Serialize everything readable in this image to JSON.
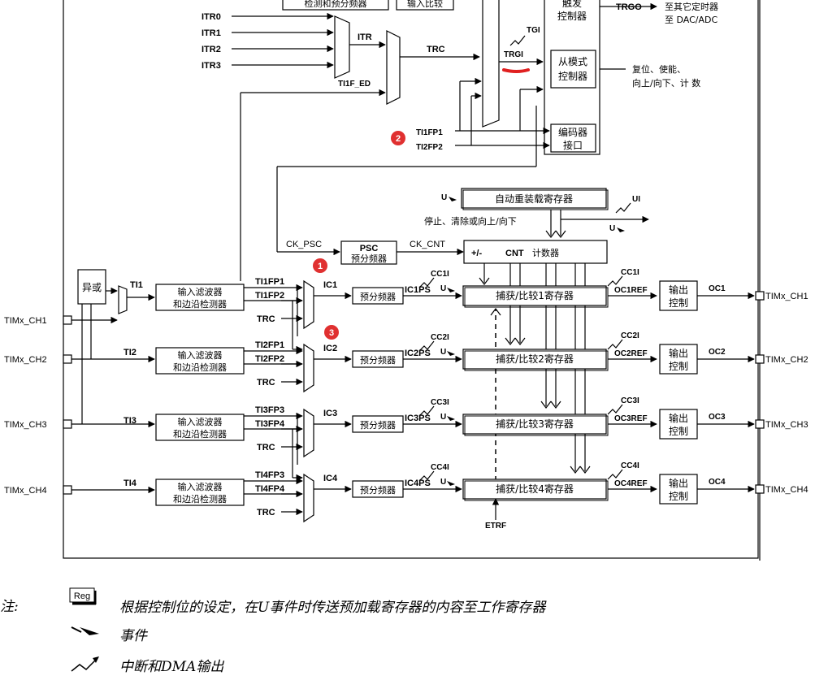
{
  "top": {
    "filter_box": "检测和预分频器",
    "input_box": "输入比较",
    "trigger_ctrl": [
      "触发",
      "控制器"
    ],
    "trgo": "TRGO",
    "trgo_dest": [
      "至其它定时器",
      "至 DAC/ADC"
    ],
    "tgi": "TGI",
    "trgi": "TRGI",
    "slave_ctrl": [
      "从模式",
      "控制器"
    ],
    "slave_desc": [
      "复位、使能、",
      "向上/向下、计 数"
    ],
    "itr": [
      "ITR0",
      "ITR1",
      "ITR2",
      "ITR3"
    ],
    "itr_label": "ITR",
    "trc": "TRC",
    "ti1f_ed": "TI1F_ED",
    "ti1fp1": "TI1FP1",
    "ti2fp2": "TI2FP2",
    "encoder": [
      "编码器",
      "接口"
    ]
  },
  "counter": {
    "u": "U",
    "arr": "自动重装载寄存器",
    "ui": "UI",
    "stop_text": "停止、清除或向上/向下",
    "ck_psc": "CK_PSC",
    "psc_title": "PSC",
    "psc_sub": "预分频器",
    "ck_cnt": "CK_CNT",
    "cnt_pm": "+/-",
    "cnt_title": "CNT",
    "cnt_sub": "计数器"
  },
  "inputs": {
    "xor": "异或",
    "ti1": "TI1",
    "ti2": "TI2",
    "ti3": "TI3",
    "ti4": "TI4",
    "filter_l1": "输入滤波器",
    "filter_l2": "和边沿检测器",
    "trc": "TRC",
    "prescaler": "预分频器",
    "etrf": "ETRF"
  },
  "channels": [
    {
      "pin": "TIMx_CH1",
      "fpa": "TI1FP1",
      "fpb": "TI1FP2",
      "ic": "IC1",
      "icps": "IC1PS",
      "cci": "CC1I",
      "reg": "捕获/比较1寄存器",
      "ocref": "OC1REF",
      "oc": "OC1",
      "out_l1": "输出",
      "out_l2": "控制",
      "cci_top": "CC1I"
    },
    {
      "pin": "TIMx_CH2",
      "fpa": "TI2FP1",
      "fpb": "TI2FP2",
      "ic": "IC2",
      "icps": "IC2PS",
      "cci": "CC2I",
      "reg": "捕获/比较2寄存器",
      "ocref": "OC2REF",
      "oc": "OC2",
      "out_l1": "输出",
      "out_l2": "控制",
      "cci_top": "CC2I"
    },
    {
      "pin": "TIMx_CH3",
      "fpa": "TI3FP3",
      "fpb": "TI3FP4",
      "ic": "IC3",
      "icps": "IC3PS",
      "cci": "CC3I",
      "reg": "捕获/比较3寄存器",
      "ocref": "OC3REF",
      "oc": "OC3",
      "out_l1": "输出",
      "out_l2": "控制",
      "cci_top": "CC3I"
    },
    {
      "pin": "TIMx_CH4",
      "fpa": "TI4FP3",
      "fpb": "TI4FP4",
      "ic": "IC4",
      "icps": "IC4PS",
      "cci": "CC4I",
      "reg": "捕获/比较4寄存器",
      "ocref": "OC4REF",
      "oc": "OC4",
      "out_l1": "输出",
      "out_l2": "控制",
      "cci_top": "CC4I"
    }
  ],
  "badges": [
    "1",
    "2",
    "3"
  ],
  "badge_color": "#e03030",
  "highlight_color": "#e02020",
  "legend": {
    "note": "注:",
    "reg": "Reg",
    "reg_desc": "根据控制位的设定，在U事件时传送预加载寄存器的内容至工作寄存器",
    "event": "事件",
    "irq": "中断和DMA输出"
  }
}
